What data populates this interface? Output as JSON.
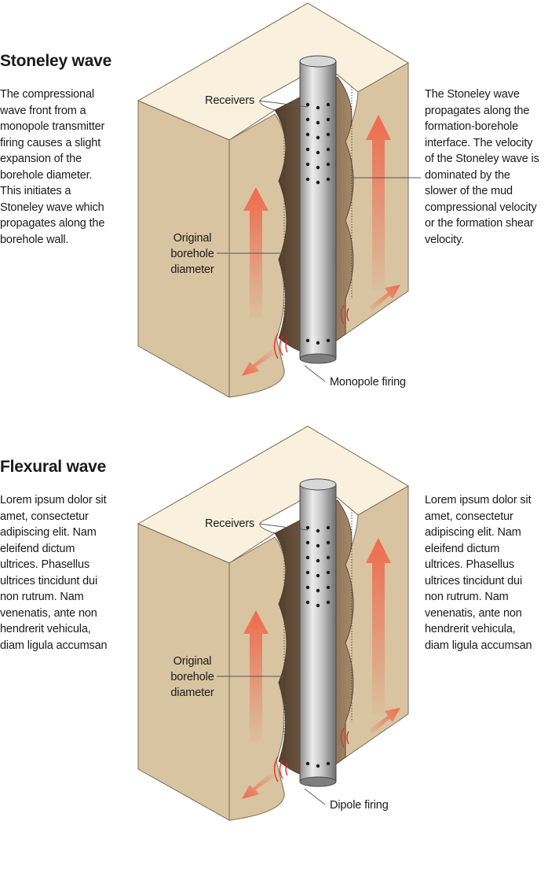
{
  "colors": {
    "block_top": "#f9f1dd",
    "block_front": "#d9c4a2",
    "block_side": "#a68b6b",
    "cavity_dark": "#5e4a36",
    "tool_light": "#e6e6e6",
    "tool_dark": "#7a7a7a",
    "arrow": "#ef6a4e",
    "wave": "#e2302a"
  },
  "panels": [
    {
      "title": "Stoneley wave",
      "left_text": "The compressional\nwave front from a\nmonopole transmitter\nfiring causes a slight\nexpansion of the\nborehole diameter.\nThis initiates a\nStoneley wave which\npropagates along the\nborehole wall.",
      "right_text": "The Stoneley wave\npropagates along the\nformation-borehole\ninterface. The velocity\nof the Stoneley wave is\ndominated by the\nslower of the mud\ncompressional velocity\nor the formation shear\nvelocity.",
      "receivers_label": "Receivers",
      "diameter_label": "Original\nborehole\ndiameter",
      "firing_label": "Monopole firing"
    },
    {
      "title": "Flexural wave",
      "left_text": "Lorem ipsum dolor sit\namet, consectetur\nadipiscing elit. Nam\neleifend dictum\nultrices. Phasellus\nultrices tincidunt dui\nnon rutrum. Nam\nvenenatis, ante non\nhendrerit vehicula,\ndiam ligula accumsan",
      "right_text": "Lorem ipsum dolor sit\namet, consectetur\nadipiscing elit. Nam\neleifend dictum\nultrices. Phasellus\nultrices tincidunt dui\nnon rutrum. Nam\nvenenatis, ante non\nhendrerit vehicula,\ndiam ligula accumsan",
      "receivers_label": "Receivers",
      "diameter_label": "Original\nborehole\ndiameter",
      "firing_label": "Dipole firing"
    }
  ]
}
